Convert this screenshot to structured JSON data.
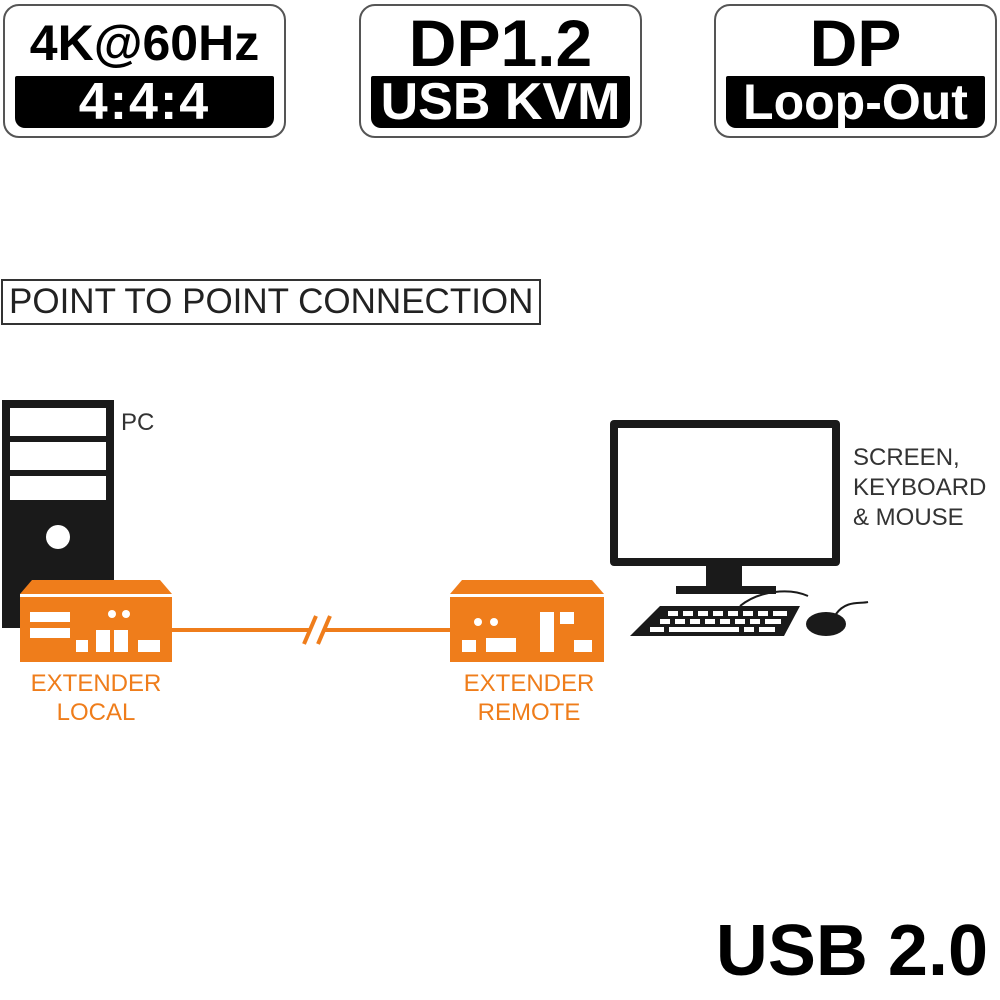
{
  "badges": [
    {
      "top": "4K@60Hz",
      "bottom": "4:4:4"
    },
    {
      "top": "DP1.2",
      "bottom": "USB KVM"
    },
    {
      "top": "DP",
      "bottom": "Loop-Out"
    }
  ],
  "section_title": "POINT TO POINT CONNECTION",
  "labels": {
    "pc": "PC",
    "peripherals": "SCREEN,\nKEYBOARD\n& MOUSE",
    "local_line1": "EXTENDER",
    "local_line2": "LOCAL",
    "remote_line1": "EXTENDER",
    "remote_line2": "REMOTE"
  },
  "footer": "USB 2.0",
  "colors": {
    "accent": "#ef7d1b",
    "dark": "#1a1a1a"
  }
}
